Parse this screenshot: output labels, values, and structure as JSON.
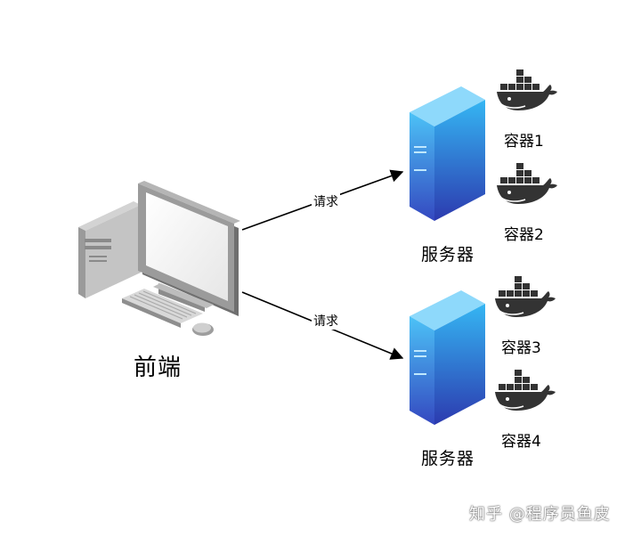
{
  "frontend": {
    "label": "前端"
  },
  "requests": [
    {
      "label": "请求"
    },
    {
      "label": "请求"
    }
  ],
  "servers": [
    {
      "label": "服务器",
      "containers": [
        {
          "label": "容器1"
        },
        {
          "label": "容器2"
        }
      ]
    },
    {
      "label": "服务器",
      "containers": [
        {
          "label": "容器3"
        },
        {
          "label": "容器4"
        }
      ]
    }
  ],
  "watermark": "知乎 @程序员鱼皮",
  "icons": {
    "computer": "desktop-computer-icon",
    "server": "server-tower-icon",
    "container": "docker-whale-icon"
  },
  "colors": {
    "server_top": "#3fb4f0",
    "server_bottom": "#2f3fb4",
    "docker": "#333333",
    "arrow": "#000000"
  }
}
